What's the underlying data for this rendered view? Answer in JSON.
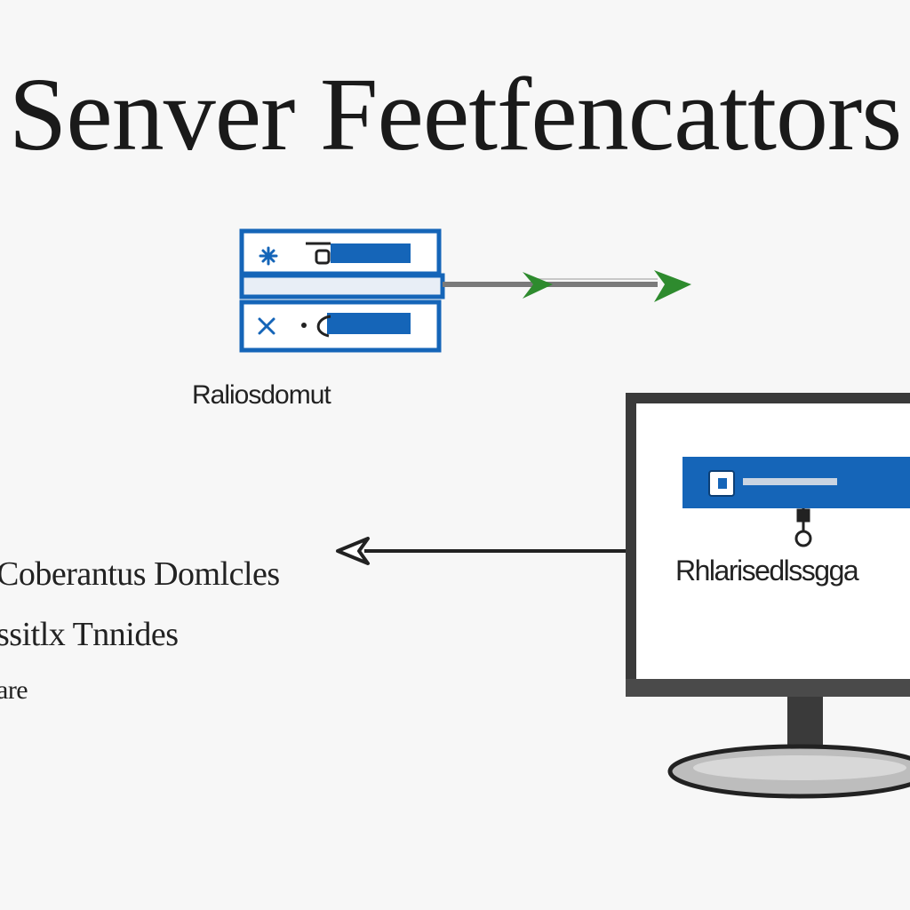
{
  "title": "Senver Feetfencattors",
  "server": {
    "label": "Raliosdomut"
  },
  "client": {
    "label": "Rhlarisedlssgga"
  },
  "features": [
    "Coberantus Domlcles",
    "ssitlx Tnnides",
    "are"
  ],
  "colors": {
    "accent_blue": "#1565b8",
    "arrow_green": "#2e8b2e",
    "line_gray": "#7a7a7a",
    "monitor_frame": "#3a3a3a"
  },
  "icons": {
    "server_unit_1": "asterisk-icon",
    "server_unit_2": "close-icon",
    "client_app": "document-icon",
    "connector": "lock-icon"
  }
}
